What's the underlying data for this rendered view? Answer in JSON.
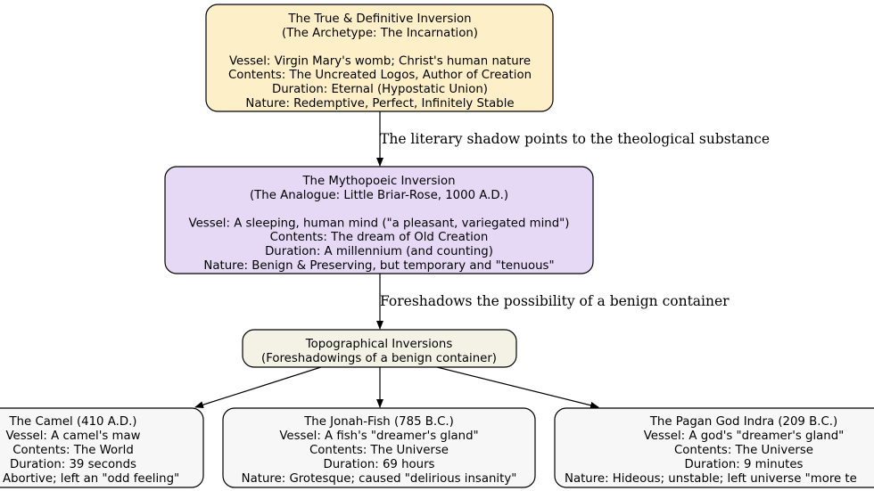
{
  "nodes": {
    "incarnation": {
      "fill": "#fdf0c9",
      "lines": [
        "The True & Definitive Inversion",
        "(The Archetype: The Incarnation)",
        "",
        "Vessel: Virgin Mary's womb; Christ's human nature",
        "Contents: The Uncreated Logos, Author of Creation",
        "Duration: Eternal (Hypostatic Union)",
        "Nature: Redemptive, Perfect, Infinitely Stable"
      ]
    },
    "mythopoeic": {
      "fill": "#e6d9f6",
      "lines": [
        "The Mythopoeic Inversion",
        "(The Analogue: Little Briar-Rose, 1000 A.D.)",
        "",
        "Vessel: A sleeping, human mind (\"a pleasant, variegated mind\")",
        "Contents: The dream of Old Creation",
        "Duration: A millennium (and counting)",
        "Nature: Benign & Preserving, but temporary and \"tenuous\""
      ]
    },
    "topographical": {
      "fill": "#f3f2e4",
      "lines": [
        "Topographical Inversions",
        "(Foreshadowings of a benign container)"
      ]
    },
    "camel": {
      "fill": "#f7f7f7",
      "lines": [
        "The Camel (410 A.D.)",
        "Vessel: A camel's maw",
        "Contents: The World",
        "Duration: 39 seconds",
        "Abortive; left an \"odd feeling\""
      ]
    },
    "jonah": {
      "fill": "#f7f7f7",
      "lines": [
        "The Jonah-Fish (785 B.C.)",
        "Vessel: A fish's \"dreamer's gland\"",
        "Contents: The Universe",
        "Duration: 69 hours",
        "Nature: Grotesque; caused \"delirious insanity\""
      ]
    },
    "indra": {
      "fill": "#f7f7f7",
      "lines": [
        "The Pagan God Indra (209 B.C.)",
        "Vessel: A god's \"dreamer's gland\"",
        "Contents: The Universe",
        "Duration: 9 minutes",
        "Nature: Hideous; unstable; left universe \"more te"
      ]
    }
  },
  "edges": [
    {
      "from": "mythopoeic",
      "to": "incarnation",
      "label": "The literary shadow points to the theological substance"
    },
    {
      "from": "topographical",
      "to": "mythopoeic",
      "label": "Foreshadows the possibility of a benign container"
    },
    {
      "from": "topographical",
      "to": "camel",
      "label": ""
    },
    {
      "from": "topographical",
      "to": "jonah",
      "label": ""
    },
    {
      "from": "topographical",
      "to": "indra",
      "label": ""
    }
  ]
}
